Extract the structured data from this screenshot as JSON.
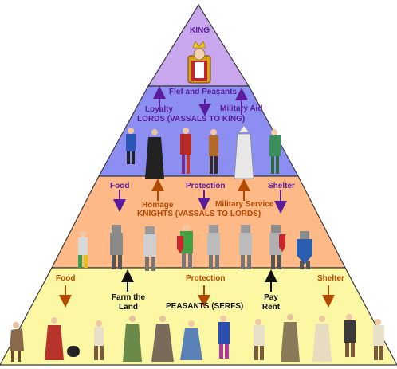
{
  "tiers": {
    "king": {
      "title": "KING",
      "color": "#c9a7ef"
    },
    "lords": {
      "title": "LORDS (VASSALS TO KING)",
      "color": "#8d8ef2",
      "down_label": "Fief and Peasants",
      "up_left": "Loyalty",
      "up_right": "Military Aid"
    },
    "knights": {
      "title": "KNIGHTS (VASSALS TO LORDS)",
      "color": "#ffb987",
      "down_labels": [
        "Food",
        "Protection",
        "Shelter"
      ],
      "up_left": "Homage",
      "up_right": "Military Service"
    },
    "peasants": {
      "title": "PEASANTS (SERFS)",
      "color": "#fbf7a3",
      "down_labels": [
        "Food",
        "Protection",
        "Shelter"
      ],
      "up_left_line1": "Farm the",
      "up_left_line2": "Land",
      "up_right_line1": "Pay",
      "up_right_line2": "Rent"
    }
  },
  "colors": {
    "purple_text": "#5a1b9c",
    "orange_text": "#b34a00",
    "outline": "#3a3a3a"
  },
  "icons": [
    "crown-icon",
    "lord-figure-icon",
    "knight-figure-icon",
    "peasant-figure-icon"
  ]
}
